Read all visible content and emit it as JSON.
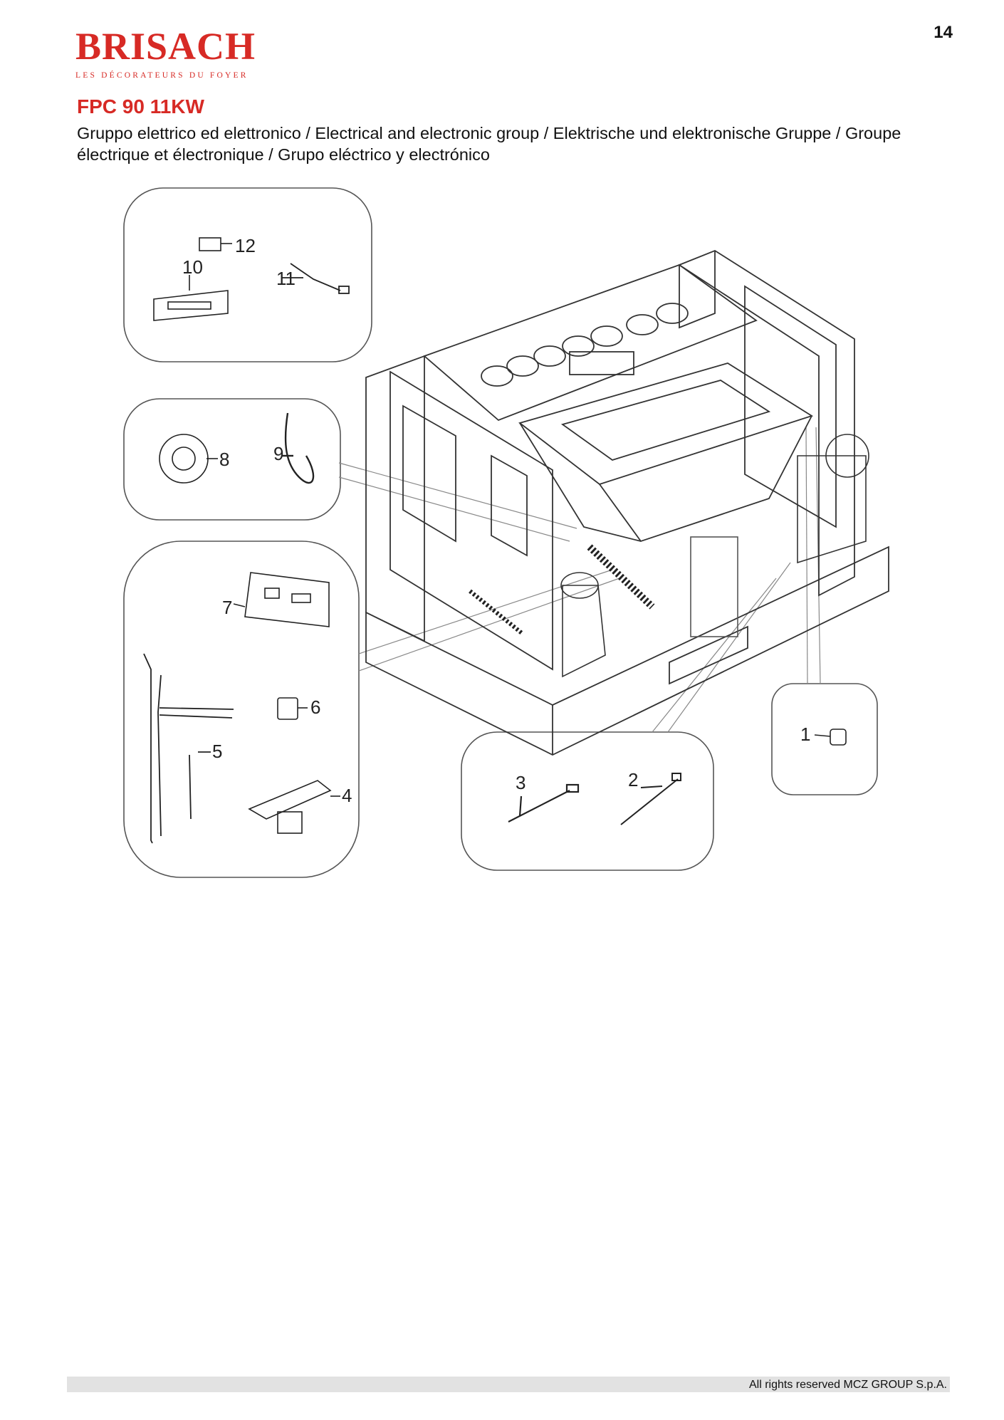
{
  "header": {
    "page_number": "14",
    "logo": {
      "brand": "BRISACH",
      "tagline": "LES DÉCORATEURS DU FOYER",
      "color": "#d72a25"
    },
    "model": "FPC 90 11KW",
    "subtitle": "Gruppo elettrico ed elettronico / Electrical and electronic group / Elektrische und elektronische Gruppe / Groupe électrique et électronique / Grupo eléctrico y electrónico"
  },
  "diagram": {
    "callouts": {
      "c1": "1",
      "c2": "2",
      "c3": "3",
      "c4": "4",
      "c5": "5",
      "c6": "6",
      "c7": "7",
      "c8": "8",
      "c9": "9",
      "c10": "10",
      "c11": "11",
      "c12": "12"
    }
  },
  "footer": {
    "copyright": "All rights reserved MCZ GROUP S.p.A."
  }
}
